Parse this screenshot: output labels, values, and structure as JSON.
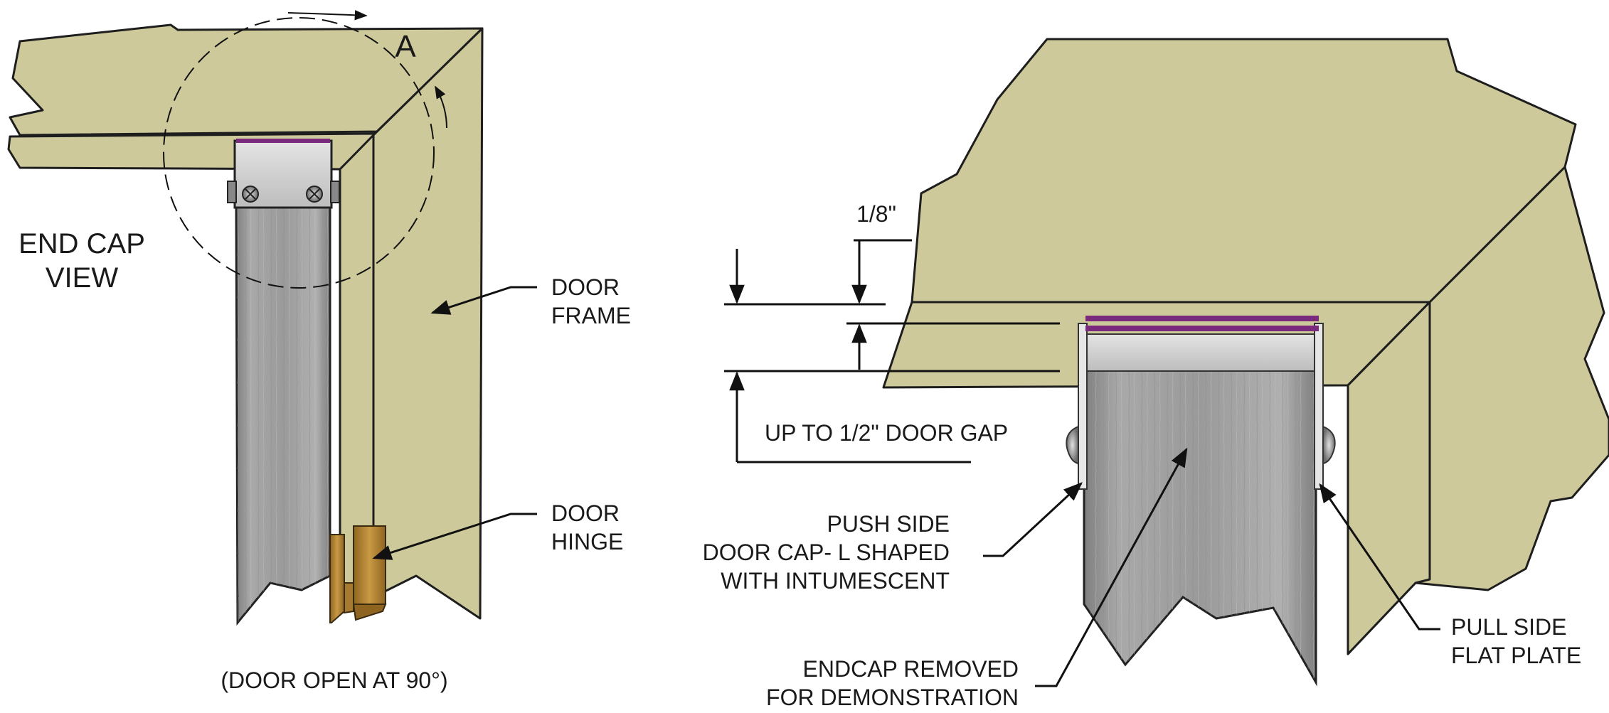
{
  "left_view": {
    "title_line1": "END CAP",
    "title_line2": "VIEW",
    "detail_marker": "A",
    "caption": "(DOOR OPEN AT 90°)",
    "frame_label_line1": "DOOR",
    "frame_label_line2": "FRAME",
    "hinge_label_line1": "DOOR",
    "hinge_label_line2": "HINGE"
  },
  "right_view": {
    "dim_top": "1/8\"",
    "door_gap": "UP TO 1/2\" DOOR GAP",
    "push_side_line1": "PUSH SIDE",
    "push_side_line2": "DOOR CAP- L SHAPED",
    "push_side_line3": "WITH INTUMESCENT",
    "endcap_line1": "ENDCAP REMOVED",
    "endcap_line2": "FOR DEMONSTRATION",
    "pull_side_line1": "PULL SIDE",
    "pull_side_line2": "FLAT PLATE"
  },
  "colors": {
    "frame": "#cdc99a",
    "door": "#9c9c9c",
    "cap": "#cfcfcf",
    "intumescent": "#7a2a7c",
    "hinge": "#b8893a"
  }
}
